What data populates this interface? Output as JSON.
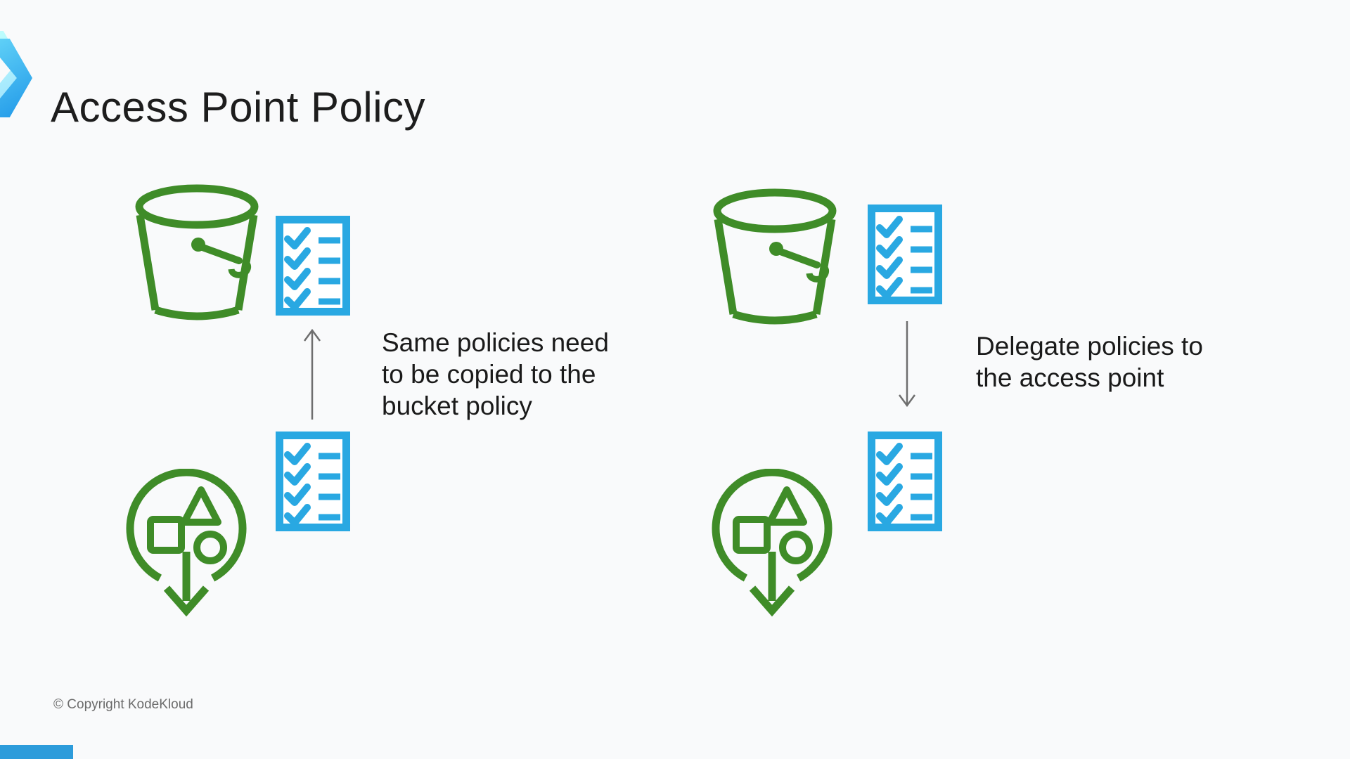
{
  "title": "Access Point Policy",
  "footer": {
    "copyright": "© Copyright KodeKloud"
  },
  "colors": {
    "background": "#f9fafb",
    "title_color": "#1d1d1d",
    "caption_color": "#1a1a1a",
    "green": "#3f8c28",
    "accent_blue": "#29a8e2",
    "arrow_gray": "#6e6e6e",
    "copyright_gray": "#6b6b6b",
    "footer_bar_blue": "#2d9cdb",
    "chevron_gradient_start": "#5fd0f7",
    "chevron_gradient_end": "#1f97e8"
  },
  "icons": {
    "title_marker": "chevron-right",
    "bucket": "s3-bucket",
    "policy": "policy-checklist",
    "access_point": "s3-access-point",
    "left_arrow": "arrow-up",
    "right_arrow": "arrow-down"
  },
  "diagrams": [
    {
      "name": "bucket-policy-copy",
      "arrow_direction": "up",
      "caption_lines": [
        "Same policies need",
        "to be copied to the",
        "bucket policy"
      ]
    },
    {
      "name": "access-point-delegate",
      "arrow_direction": "down",
      "caption_lines": [
        "Delegate policies to",
        "the access point"
      ]
    }
  ]
}
